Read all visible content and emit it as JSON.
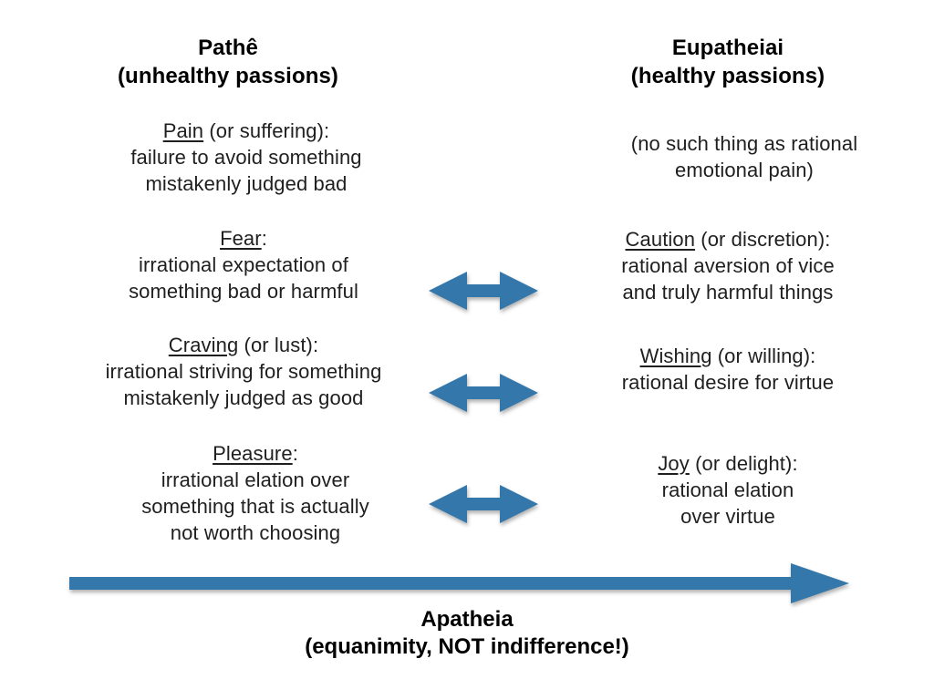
{
  "slide": {
    "left": {
      "title": {
        "line1": "Pathê",
        "line2": "(unhealthy passions)"
      },
      "pain": {
        "term": "Pain",
        "rest": " (or suffering):",
        "line1": "failure to avoid something",
        "line2": "mistakenly judged bad"
      },
      "fear": {
        "term": "Fear",
        "rest": ":",
        "line1": "irrational expectation of",
        "line2": "something bad or harmful"
      },
      "craving": {
        "term": "Craving",
        "rest": " (or lust):",
        "line1": "irrational striving for something",
        "line2": "mistakenly judged as good"
      },
      "pleasure": {
        "term": "Pleasure",
        "rest": ":",
        "line1": "irrational elation over",
        "line2": "something that is actually",
        "line3": "not worth choosing"
      }
    },
    "right": {
      "title": {
        "line1": "Eupatheiai",
        "line2": "(healthy passions)"
      },
      "note": {
        "line1": "(no such thing as rational",
        "line2": "emotional pain)"
      },
      "caution": {
        "term": "Caution",
        "rest": " (or discretion):",
        "line1": "rational aversion of vice",
        "line2": "and truly harmful things"
      },
      "wishing": {
        "term": "Wishing",
        "rest": " (or willing):",
        "line1": "rational desire for virtue"
      },
      "joy": {
        "term": "Joy",
        "rest": " (or delight):",
        "line1": "rational elation",
        "line2": "over virtue"
      }
    },
    "bottom": {
      "line1": "Apatheia",
      "line2": "(equanimity, NOT indifference!)"
    },
    "colors": {
      "arrow_blue": "#3477AB",
      "text_black": "#1C1C1C"
    }
  }
}
